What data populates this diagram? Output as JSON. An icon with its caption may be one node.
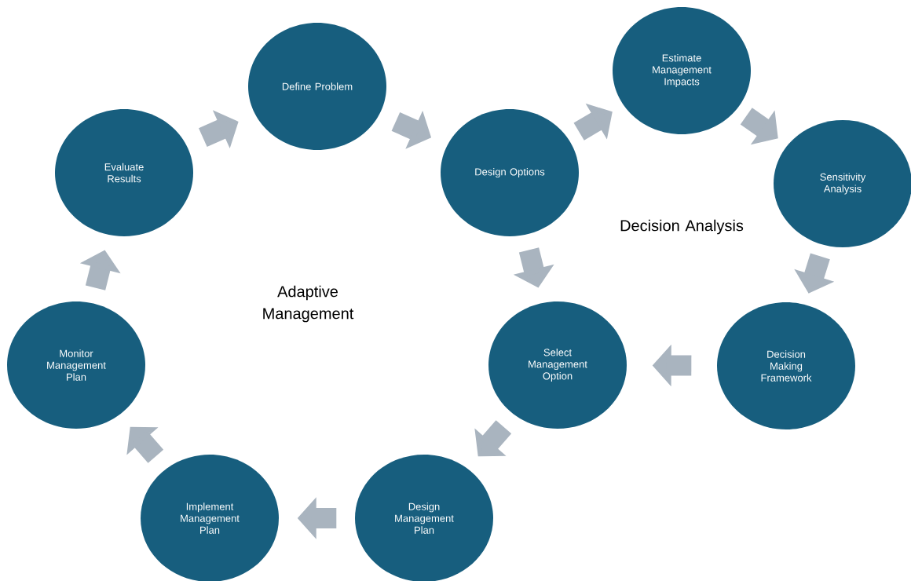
{
  "diagram": {
    "nodes": [
      {
        "text": [
          "Define Problem"
        ]
      },
      {
        "text": [
          "Design Options"
        ]
      },
      {
        "text": [
          "Estimate Management Impacts"
        ]
      },
      {
        "text": [
          "Sensitivity Analysis"
        ]
      },
      {
        "text": [
          "Decision Making Framework"
        ]
      },
      {
        "text": [
          "Select Management Option"
        ]
      },
      {
        "text": [
          "Design Management Plan"
        ]
      },
      {
        "text": [
          "Implement Management Plan"
        ]
      },
      {
        "text": [
          "Monitor Management Plan"
        ]
      },
      {
        "text": [
          "Evaluate Results"
        ]
      }
    ],
    "edges": [
      {
        "from": 0,
        "to": 1,
        "arrow": "to"
      },
      {
        "from": 1,
        "to": 2,
        "arrow": "to"
      },
      {
        "from": 2,
        "to": 3,
        "arrow": "to"
      },
      {
        "from": 3,
        "to": 4,
        "arrow": "to"
      },
      {
        "from": 4,
        "to": 5,
        "arrow": "to"
      },
      {
        "from": 1,
        "to": 5,
        "arrow": "to"
      },
      {
        "from": 5,
        "to": 6,
        "arrow": "to"
      },
      {
        "from": 6,
        "to": 7,
        "arrow": "to"
      },
      {
        "from": 7,
        "to": 8,
        "arrow": "to"
      },
      {
        "from": 8,
        "to": 9,
        "arrow": "to"
      },
      {
        "from": 9,
        "to": 0,
        "arrow": "to"
      }
    ],
    "labels": [
      "Adaptive Management",
      "Decision Analysis"
    ]
  }
}
